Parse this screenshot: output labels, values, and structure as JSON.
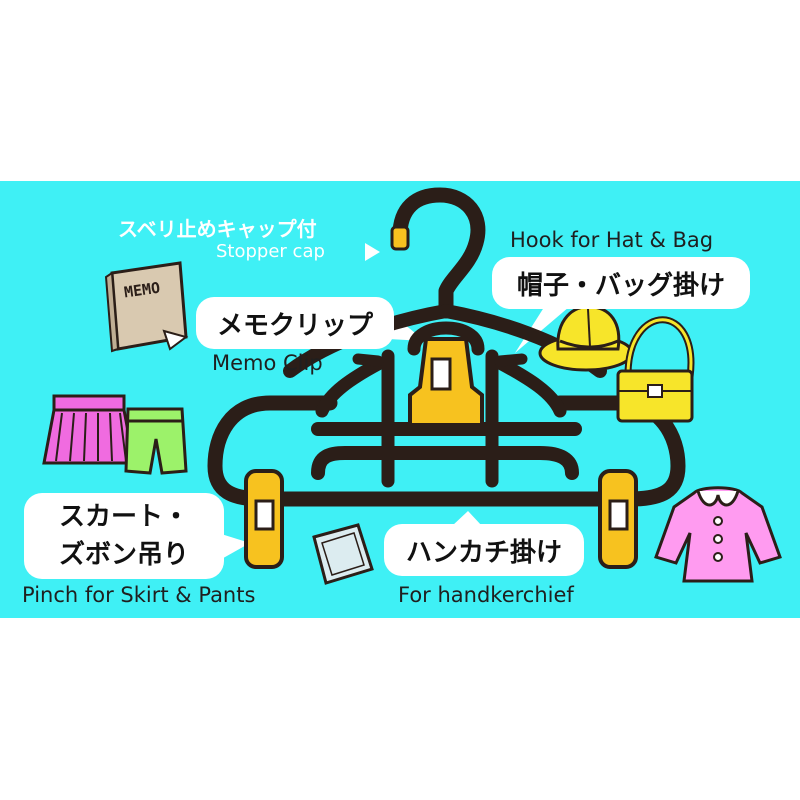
{
  "labels": {
    "stopper_jp": "スベリ止めキャップ付",
    "stopper_en": "Stopper cap",
    "hook_en": "Hook for Hat & Bag",
    "hook_jp": "帽子・バッグ掛け",
    "memo_jp": "メモクリップ",
    "memo_en": "Memo Clip",
    "skirt_jp_line1": "スカート・",
    "skirt_jp_line2": "ズボン吊り",
    "skirt_en": "Pinch for Skirt & Pants",
    "hanky_jp": "ハンカチ掛け",
    "hanky_en": "For handkerchief",
    "memo_pad_text": "MEMO"
  },
  "colors": {
    "background": "#3ff0f5",
    "hanger": "#2b1e18",
    "clip": "#f7c21f",
    "bubble": "#ffffff",
    "skirt": "#f06be0",
    "pants": "#9cf26a",
    "hat": "#f7e52a",
    "dress": "#ff9bf0"
  },
  "icons": [
    "arrow-right-icon",
    "memo-pad-icon",
    "skirt-icon",
    "pants-icon",
    "hat-icon",
    "bag-icon",
    "dress-icon",
    "handkerchief-icon"
  ]
}
